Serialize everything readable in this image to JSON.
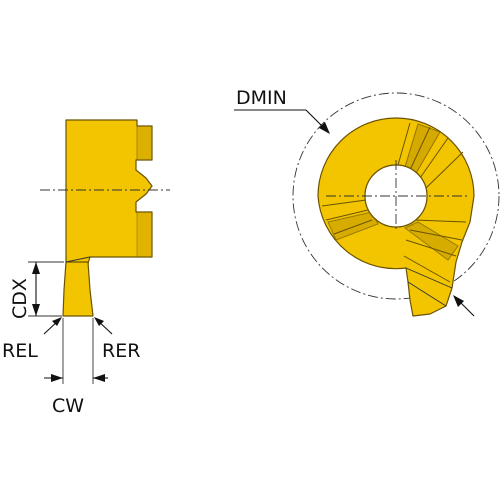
{
  "labels": {
    "dmin": "DMIN",
    "cdx": "CDX",
    "rel": "REL",
    "rer": "RER",
    "cw": "CW"
  },
  "colors": {
    "insert_fill": "#F2C500",
    "insert_shade": "#C99F00",
    "outline": "#6b5300",
    "ink": "#111111"
  }
}
